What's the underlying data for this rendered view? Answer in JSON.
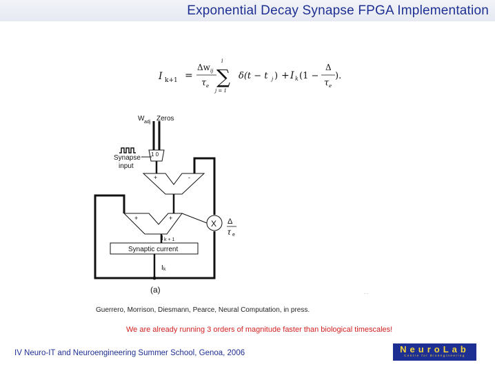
{
  "slide": {
    "title": "Exponential Decay Synapse FPGA Implementation",
    "citation": "Guerrero, Morrison, Diesmann, Pearce, Neural Computation, in press.",
    "highlight": "We are already running 3 orders of magnitude faster than biological timescales!",
    "footer": "IV Neuro-IT and Neuroengineering Summer School, Genoa, 2006",
    "stray_mark": ". ."
  },
  "formula": {
    "lhs_I": "I",
    "lhs_sub": "k+1",
    "equals": "=",
    "frac1_num": "Δw",
    "frac1_num_sub": "ij",
    "frac1_den": "τ",
    "frac1_den_sub": "e",
    "sum_top": "i",
    "sum_sign": "∑",
    "sum_bottom": "j = 1",
    "delta_term": "δ(t − t",
    "delta_sub": "j",
    "delta_close": ")",
    "plus": "+",
    "ik_I": "I",
    "ik_sub": "k",
    "paren_open": "(1 −",
    "frac2_num": "Δ",
    "frac2_den": "τ",
    "frac2_den_sub": "e",
    "paren_close": ")."
  },
  "circuit": {
    "w_label": "W",
    "w_sub": "adj",
    "zeros_label": "Zeros",
    "mux_label": "1  0",
    "synapse_line1": "Synapse",
    "synapse_line2": "input",
    "top_plus": "+",
    "top_minus": "-",
    "bottom_plus_left": "+",
    "bottom_plus_right": "+",
    "multiplier_symbol": "X",
    "mult_num": "Δ",
    "mult_den": "τ",
    "mult_den_sub": "e",
    "register_label": "Synaptic current",
    "ik1_label": "I",
    "ik1_sub": "k + 1",
    "ik_label": "I",
    "ik_sub": "k",
    "caption": "(a)"
  },
  "logo": {
    "name": "NeuroLab",
    "tagline": "Centre for Bioengineering",
    "background_color": "#1e2f93",
    "text_color": "#f5d53b"
  },
  "colors": {
    "title": "#1e2f93",
    "highlight": "#d42020",
    "footer": "#1e2f93"
  }
}
